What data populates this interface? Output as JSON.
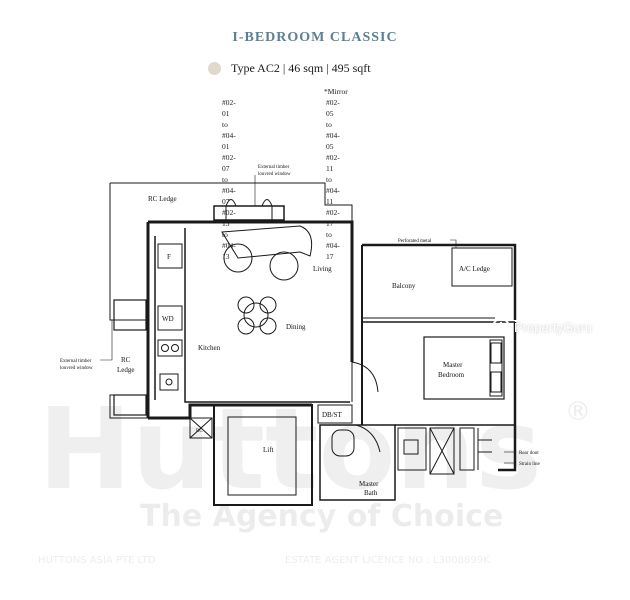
{
  "plan": {
    "title": "I-BEDROOM CLASSIC",
    "type_line": "Type AC2 | 46 sqm | 495 sqft",
    "type_swatch": "#e0d8cb",
    "units_left": [
      "#02-01  to  #04-01",
      "#02-07  to  #04-07",
      "#02-13  to  #04-13"
    ],
    "mirror_label": "*Mirror",
    "units_right": [
      "#02-05  to  #04-05",
      "#02-11  to  #04-11",
      "#02-17  to  #04-17"
    ]
  },
  "rooms": {
    "rc_ledge_top": "RC Ledge",
    "rc_ledge_left_1": "RC",
    "rc_ledge_left_2": "Ledge",
    "living": "Living",
    "dining": "Dining",
    "kitchen": "Kitchen",
    "balcony": "Balcony",
    "ac_ledge": "A/C Ledge",
    "master_bedroom_1": "Master",
    "master_bedroom_2": "Bedroom",
    "master_bath_1": "Master",
    "master_bath_2": "Bath",
    "lift": "Lift",
    "db_st": "DB/ST",
    "rc": "RC",
    "fridge": "F",
    "wd": "WD"
  },
  "annotations": {
    "top_window_1": "External timber",
    "top_window_2": "louvred window",
    "left_window_1": "External timber",
    "left_window_2": "louvred window",
    "perforated_1": "Perforated metal",
    "rear_door": "Rear door",
    "strain_line": "Strain line"
  },
  "watermark": {
    "brand": "Huttons",
    "tagline": "The Agency of Choice",
    "company": "HUTTONS ASIA PTE LTD",
    "licence": "ESTATE AGENT LICENCE NO : L3008899K",
    "site": "PropertyGuru"
  }
}
